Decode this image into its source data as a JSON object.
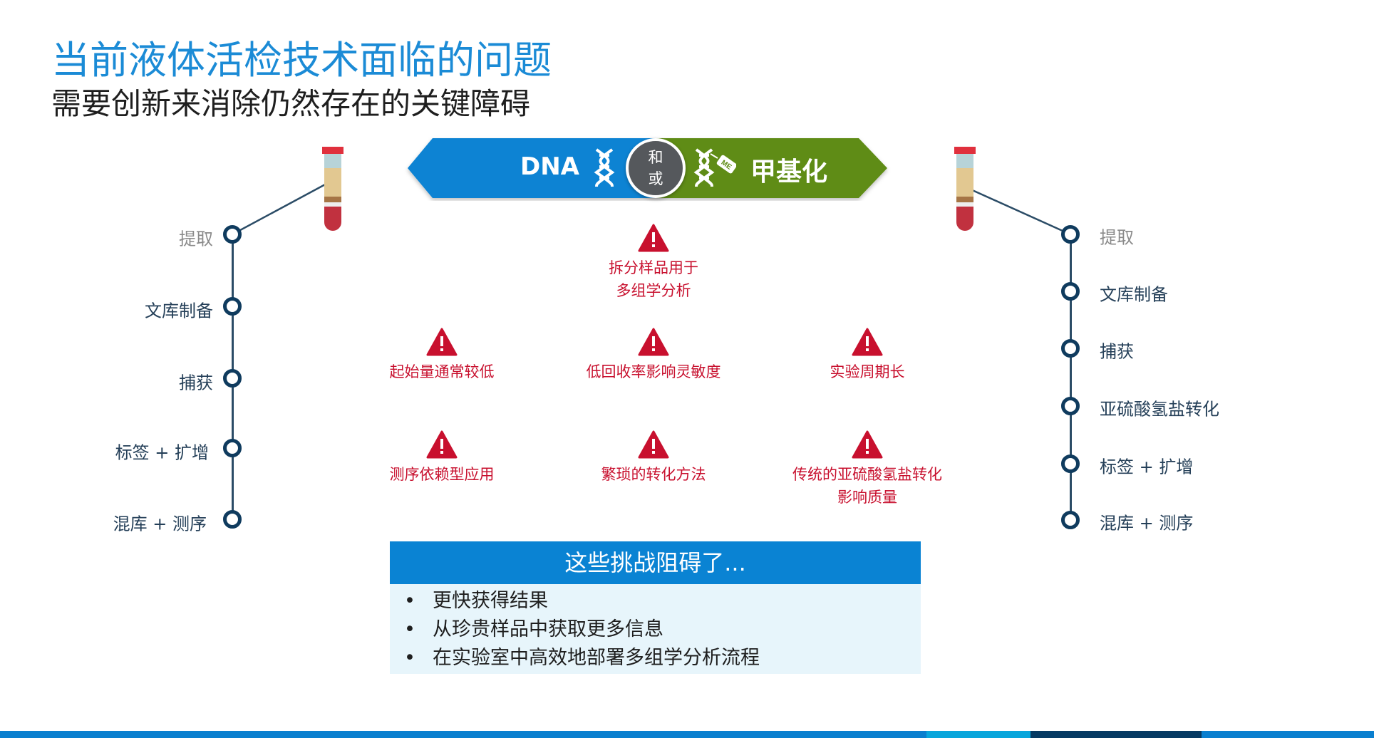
{
  "title": "当前液体活检技术面临的问题",
  "subtitle": "需要创新来消除仍然存在的关键障碍",
  "banner": {
    "left_label": "DNA",
    "connector_top": "和",
    "connector_bottom": "或",
    "right_label": "甲基化",
    "tag_label": "ME",
    "left_color": "#0a83d3",
    "right_color": "#5e8c13",
    "connector_color": "#55585c"
  },
  "left_workflow": [
    "提取",
    "文库制备",
    "捕获",
    "标签 + 扩增",
    "混库 + 测序"
  ],
  "right_workflow": [
    "提取",
    "文库制备",
    "捕获",
    "亚硫酸氢盐转化",
    "标签 + 扩增",
    "混库 + 测序"
  ],
  "challenges": {
    "top": [
      "拆分样品用于",
      "多组学分析"
    ],
    "row1": [
      "起始量通常较低",
      "低回收率影响灵敏度",
      "实验周期长"
    ],
    "row2": [
      "测序依赖型应用",
      "繁琐的转化方法"
    ],
    "row2_last": [
      "传统的亚硫酸氢盐转化",
      "影响质量"
    ]
  },
  "summary": {
    "header": "这些挑战阻碍了...",
    "bullet": "•",
    "items": [
      "更快获得结果",
      "从珍贵样品中获取更多信息",
      "在实验室中高效地部署多组学分析流程"
    ]
  },
  "colors": {
    "accent": "#1b8bd6",
    "warning": "#c8102e"
  }
}
